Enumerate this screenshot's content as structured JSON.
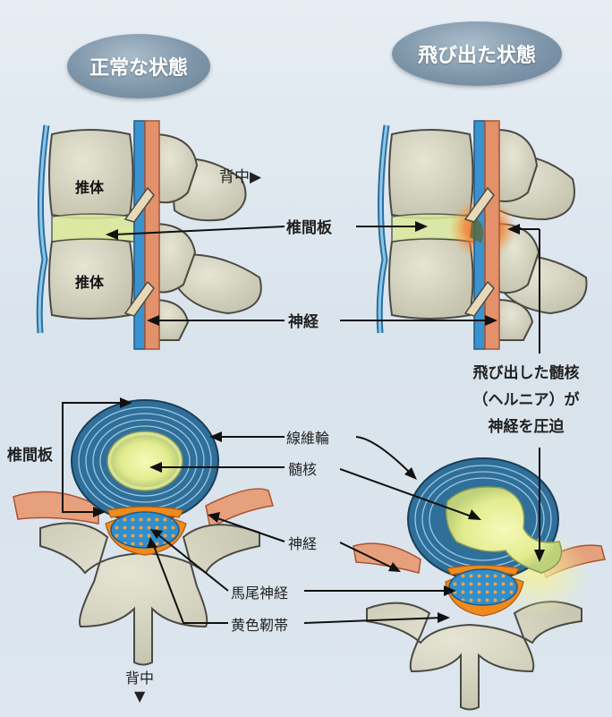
{
  "titles": {
    "normal": "正常な状態",
    "herniated": "飛び出た状態"
  },
  "labels": {
    "vertebral_body_upper": "推体",
    "vertebral_body_lower": "推体",
    "back_side": "背中▶",
    "intervertebral_disc": "椎間板",
    "nerve_side": "神経",
    "herniation_note_line1": "飛び出した髄核",
    "herniation_note_line2": "（ヘルニア）が",
    "herniation_note_line3": "神経を圧迫",
    "disc_cross": "椎間板",
    "annulus_fibrosus": "線維輪",
    "nucleus_pulposus": "髄核",
    "nerve_cross": "神経",
    "cauda_equina": "馬尾神経",
    "ligamentum_flavum": "黄色靭帯",
    "back_bottom": "背中",
    "back_bottom_arrow": "▼"
  },
  "colors": {
    "bone": "#d9d8c6",
    "bone_stroke": "#4a4a44",
    "nerve": "#e3916a",
    "disc_blue": "#2f6f9a",
    "nucleus": "#e9f0a0",
    "ligament": "#f08a1d",
    "hernia_glow": "#f26a2a",
    "canal_blue": "#3a93cf"
  }
}
